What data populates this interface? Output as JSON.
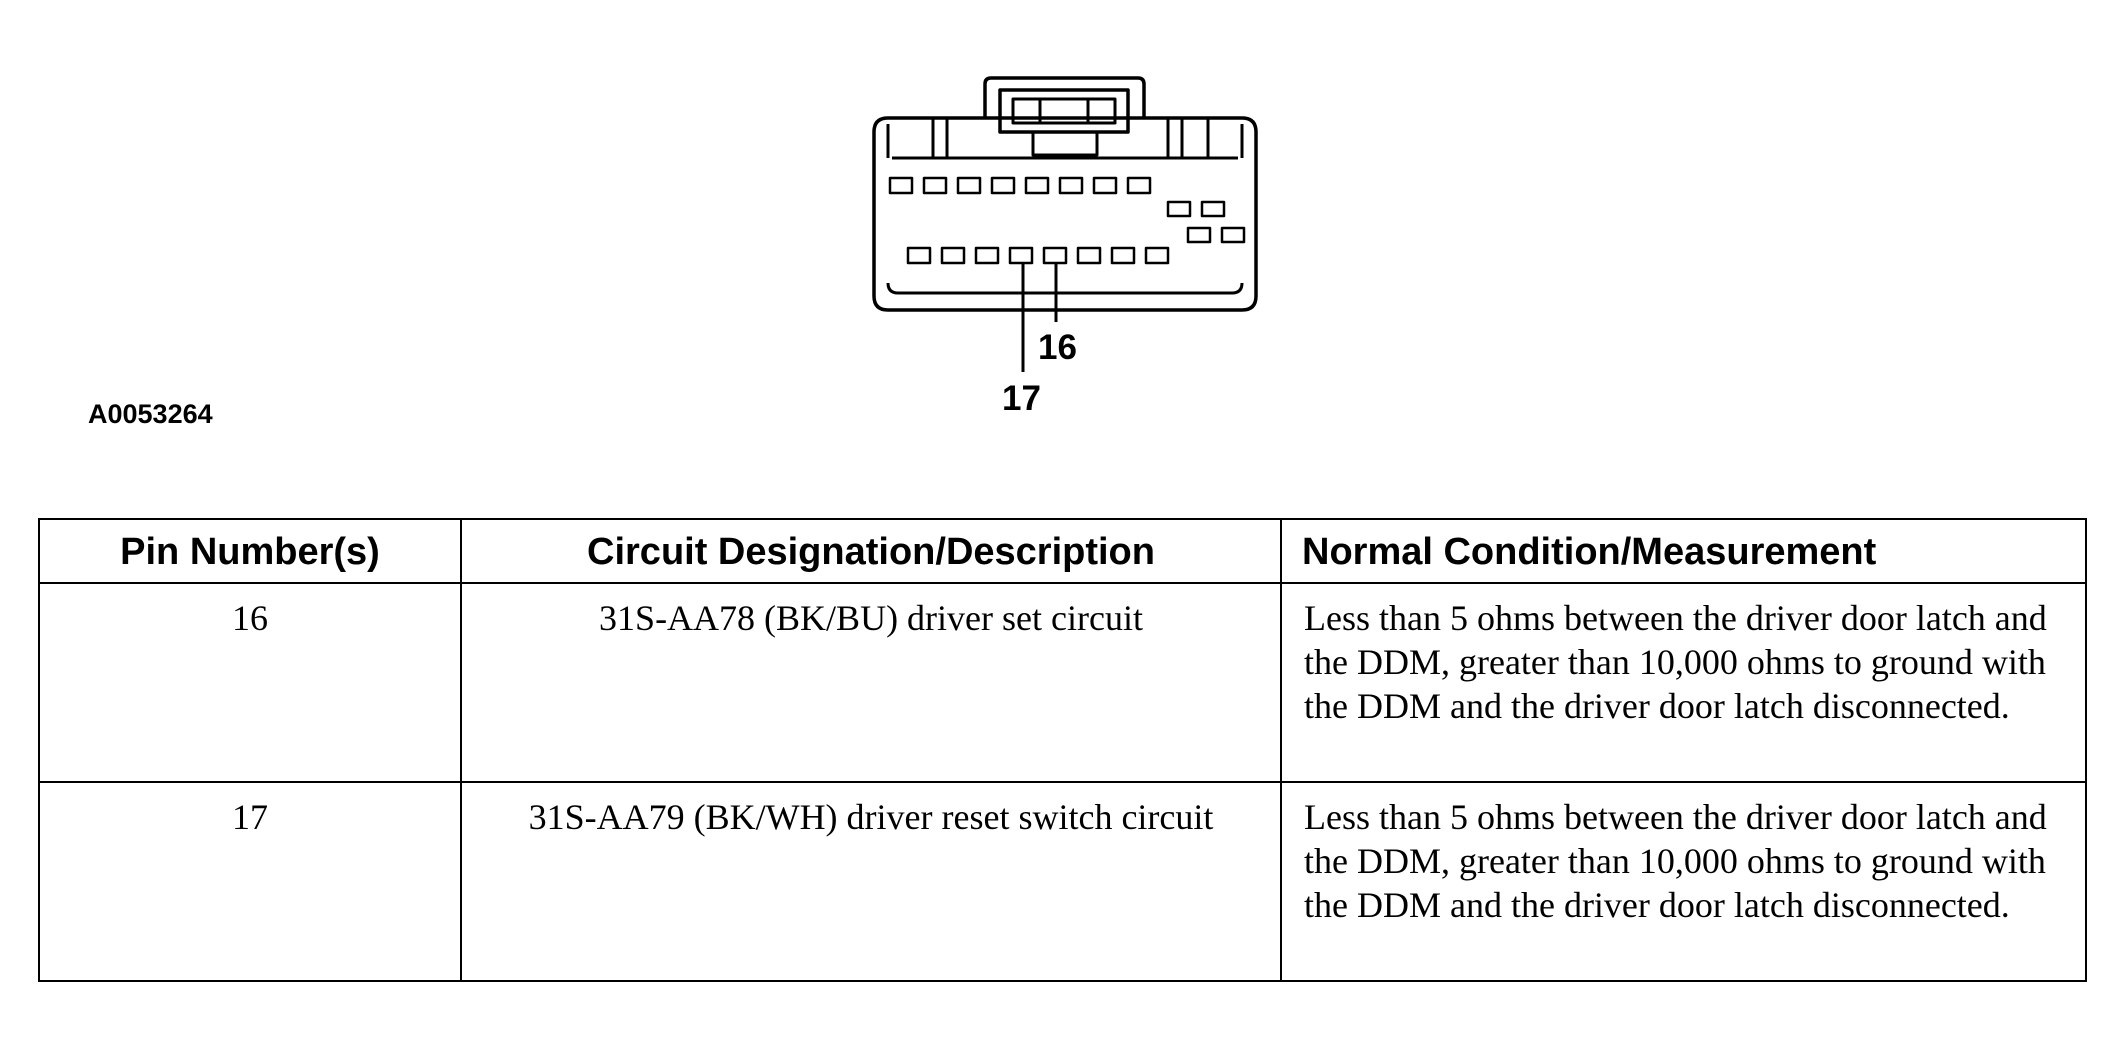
{
  "figure": {
    "id": "A0053264",
    "callouts": [
      {
        "label": "16"
      },
      {
        "label": "17"
      }
    ]
  },
  "table": {
    "headers": [
      "Pin Number(s)",
      "Circuit Designation/Description",
      "Normal Condition/Measurement"
    ],
    "rows": [
      {
        "pin": "16",
        "description": "31S-AA78 (BK/BU) driver set circuit",
        "condition": "Less than 5 ohms between the driver door latch and the DDM, greater than 10,000 ohms to ground with the DDM and the driver door latch disconnected."
      },
      {
        "pin": "17",
        "description": "31S-AA79 (BK/WH) driver reset switch circuit",
        "condition": "Less than 5 ohms between the driver door latch and the DDM, greater than 10,000 ohms to ground with the DDM and the driver door latch disconnected."
      }
    ]
  }
}
